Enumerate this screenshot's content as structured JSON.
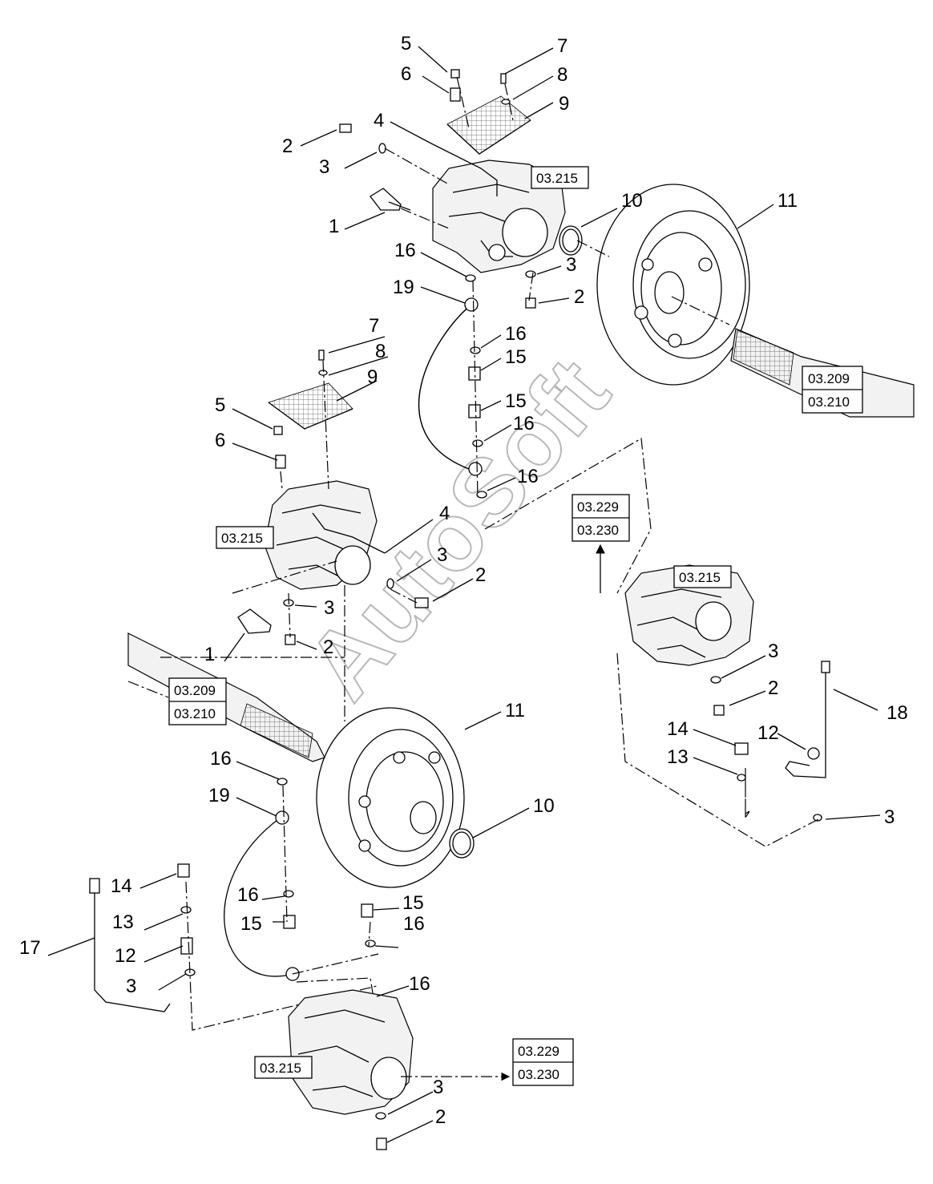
{
  "watermark": "AutoSoft",
  "callouts": {
    "top_caliper": {
      "n5": "5",
      "n6": "6",
      "n7": "7",
      "n8": "8",
      "n9": "9",
      "n4": "4",
      "n2": "2",
      "n3": "3",
      "n1": "1",
      "n16": "16",
      "n10": "10",
      "n11": "11",
      "n3b": "3",
      "n2b": "2",
      "n19": "19",
      "n16b": "16",
      "n15": "15",
      "n15b": "15",
      "n16c": "16",
      "n16d": "16"
    },
    "middle_caliper": {
      "n7": "7",
      "n8": "8",
      "n9": "9",
      "n5": "5",
      "n6": "6",
      "n4": "4",
      "n3": "3",
      "n2": "2",
      "n3b": "3",
      "n1": "1",
      "n2b": "2"
    },
    "right_caliper": {
      "n3": "3",
      "n2": "2",
      "n14": "14",
      "n13": "13",
      "n12": "12",
      "n18": "18",
      "n3b": "3"
    },
    "lower_disc": {
      "n11": "11",
      "n16": "16",
      "n19": "19",
      "n10": "10",
      "n14": "14",
      "n13": "13",
      "n17": "17",
      "n12": "12",
      "n3": "3",
      "n16b": "16",
      "n15": "15",
      "n15b": "15",
      "n16c": "16",
      "n16d": "16",
      "n3c": "3",
      "n2": "2"
    }
  },
  "references": {
    "top_caliper_ref": "03.215",
    "top_shaft_ref_a": "03.209",
    "top_shaft_ref_b": "03.210",
    "middle_caliper_ref": "03.215",
    "center_ref_a": "03.229",
    "center_ref_b": "03.230",
    "right_caliper_ref": "03.215",
    "left_shaft_ref_a": "03.209",
    "left_shaft_ref_b": "03.210",
    "bottom_caliper_ref": "03.215",
    "bottom_ref_a": "03.229",
    "bottom_ref_b": "03.230"
  }
}
